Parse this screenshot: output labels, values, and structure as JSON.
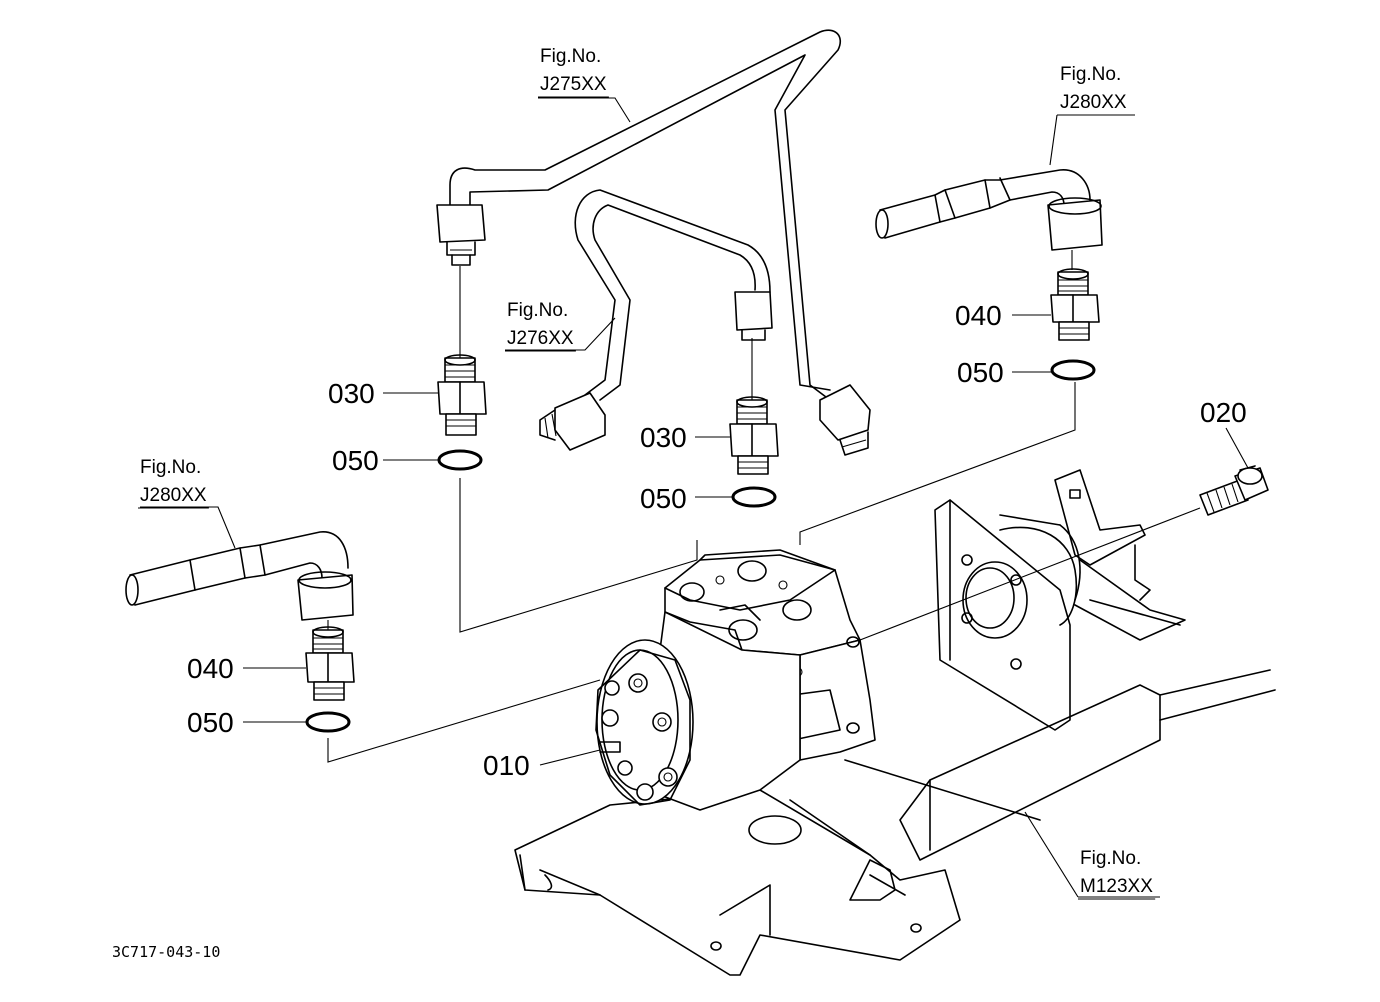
{
  "figure_refs": {
    "j275": {
      "line1": "Fig.No.",
      "line2": "J275XX"
    },
    "j276": {
      "line1": "Fig.No.",
      "line2": "J276XX"
    },
    "j280_right": {
      "line1": "Fig.No.",
      "line2": "J280XX"
    },
    "j280_left": {
      "line1": "Fig.No.",
      "line2": "J280XX"
    },
    "m123": {
      "line1": "Fig.No.",
      "line2": "M123XX"
    }
  },
  "part_labels": {
    "p010": "010",
    "p020": "020",
    "p030_left": "030",
    "p030_center": "030",
    "p040_right": "040",
    "p040_left": "040",
    "p050_left": "050",
    "p050_center": "050",
    "p050_right": "050",
    "p050_lower_left": "050"
  },
  "drawing_code": "3C717-043-10"
}
